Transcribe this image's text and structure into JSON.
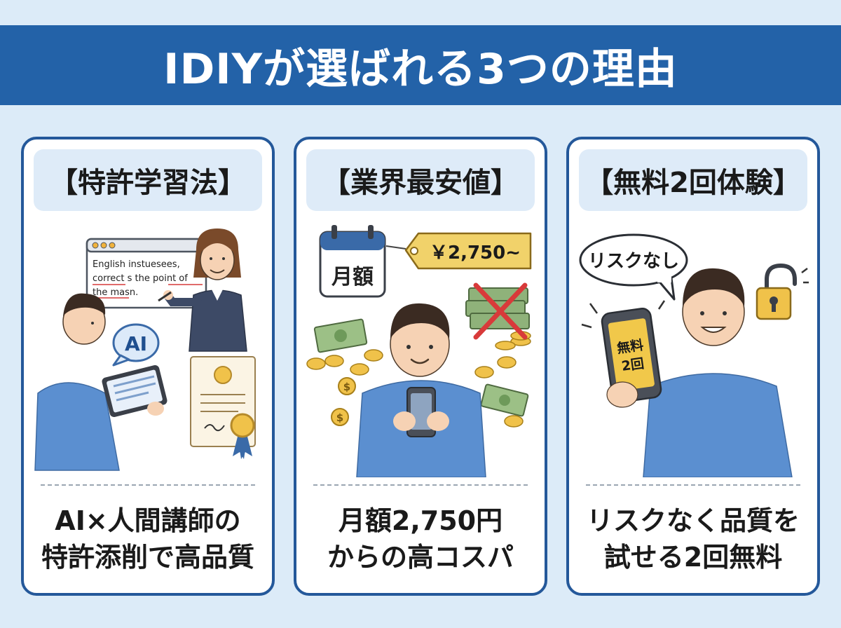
{
  "header": {
    "title": "IDIYが選ばれる3つの理由"
  },
  "cards": [
    {
      "heading": "【特許学習法】",
      "illustration": {
        "screen_lines": [
          "English instuesees,",
          "correct s the point of",
          "the masn."
        ],
        "ai_badge": "AI",
        "icons": [
          "browser-window-icon",
          "teacher-person",
          "student-person",
          "tablet-icon",
          "ai-speech-bubble-icon",
          "certificate-icon",
          "award-ribbon-icon"
        ]
      },
      "desc_lines": [
        "AI×人間講師の",
        "特許添削で高品質"
      ]
    },
    {
      "heading": "【業界最安値】",
      "illustration": {
        "calendar_label": "月額",
        "price_tag": "￥2,750~",
        "icons": [
          "calendar-icon",
          "price-tag-icon",
          "person-with-phone",
          "banknote-icon",
          "coin-icon",
          "dollar-coin-icon",
          "money-stack-icon",
          "red-cross-icon"
        ]
      },
      "desc_lines": [
        "月額2,750円",
        "からの高コスパ"
      ]
    },
    {
      "heading": "【無料2回体験】",
      "illustration": {
        "speech": "リスクなし",
        "phone_screen_lines": [
          "無料",
          "2回"
        ],
        "icons": [
          "speech-bubble-icon",
          "person-with-phone",
          "smartphone-icon",
          "unlocked-padlock-icon"
        ]
      },
      "desc_lines": [
        "リスクなく品質を",
        "試せる2回無料"
      ]
    }
  ],
  "colors": {
    "page_background": "#dcebf8",
    "title_bar": "#2362a8",
    "card_border": "#24589a",
    "card_header": "#deebf8",
    "shirt_blue": "#5b8fd0",
    "tag_yellow": "#f1d26a",
    "cross_red": "#d83a3a"
  }
}
